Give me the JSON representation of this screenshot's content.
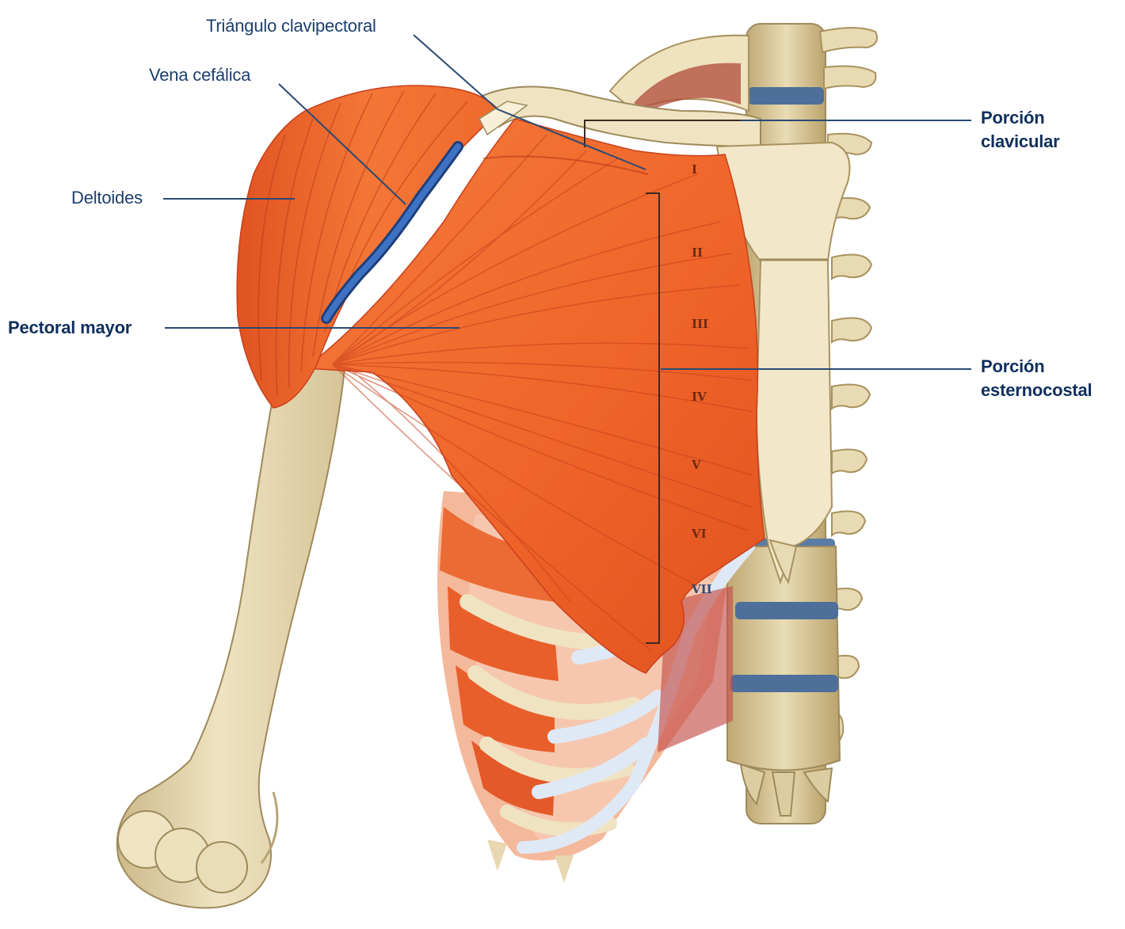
{
  "labels": {
    "triangulo": "Triángulo clavipectoral",
    "vena": "Vena cefálica",
    "deltoides": "Deltoides",
    "pectoral": "Pectoral mayor",
    "clavicular_1": "Porción",
    "clavicular_2": "clavicular",
    "esterno_1": "Porción",
    "esterno_2": "esternocostal"
  },
  "ribs": [
    "I",
    "II",
    "III",
    "IV",
    "V",
    "VI",
    "VII"
  ],
  "colors": {
    "muscle": "#f26a2e",
    "muscle_dark": "#c8401c",
    "bone": "#ede0bd",
    "bone_shadow": "#cdb98a",
    "vein": "#2f5fb0",
    "cartilage": "#dfe9f6",
    "disc": "#4d6f9a",
    "leader": "#2b4a72",
    "label": "#1d3f6e"
  }
}
